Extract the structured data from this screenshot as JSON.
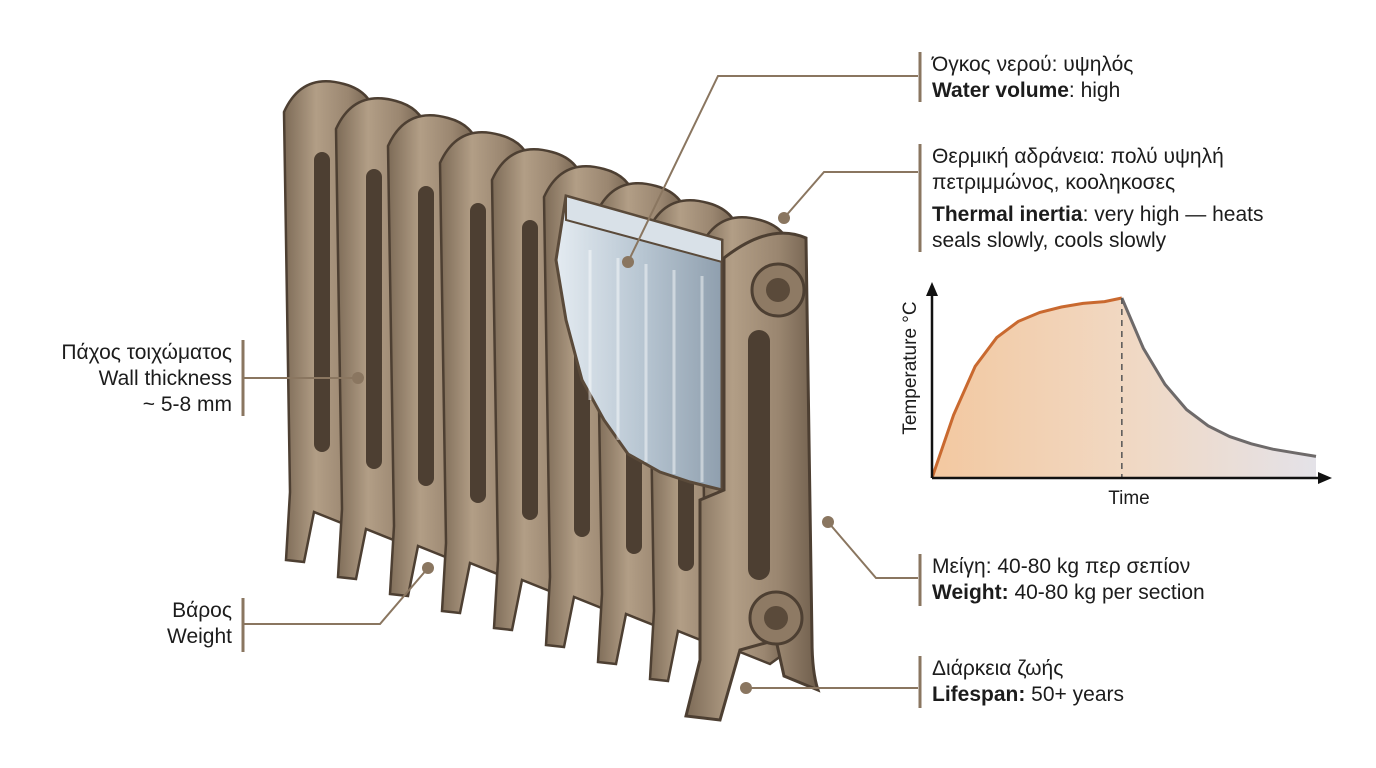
{
  "colors": {
    "accent": "#8a7660",
    "metal": "#a08c74",
    "metal_dark": "#5a4a3a",
    "water": "#c9d5df",
    "curve": "#c9692f"
  },
  "labels": {
    "water_volume": {
      "gr": "Όγκος νερού: υψηλός",
      "en_bold": "Water volume",
      "en_rest": ": high"
    },
    "thermal_inertia": {
      "gr1": "Θερμική αδράνεια: πολύ υψηλή",
      "gr2": "πετριμμώνος, κοοληκοσες",
      "en_bold": "Thermal inertia",
      "en_rest1": ": very high — heats",
      "en2": "seals slowly, cools slowly"
    },
    "wall_thickness": {
      "gr": "Πάχος τοιχώματος",
      "en": "Wall thickness",
      "value": "~ 5-8 mm"
    },
    "weight_left": {
      "gr": "Βάρος",
      "en": "Weight"
    },
    "weight_right": {
      "gr": "Μείγη: 40-80 kg περ σεπίον",
      "en_bold": "Weight:",
      "en_rest": " 40-80 kg per section"
    },
    "lifespan": {
      "gr": "Διάρκεια ζωής",
      "en_bold": "Lifespan:",
      "en_rest": " 50+ years"
    }
  },
  "chart_data": {
    "type": "area",
    "xlabel": "Time",
    "ylabel": "Temperature °C",
    "series": [
      {
        "values": [
          0,
          0.35,
          0.62,
          0.78,
          0.87,
          0.92,
          0.95,
          0.97,
          0.98,
          1.0,
          0.72,
          0.52,
          0.38,
          0.29,
          0.23,
          0.19,
          0.16,
          0.14,
          0.12
        ]
      }
    ],
    "x": [
      0,
      0.5,
      1,
      1.5,
      2,
      2.5,
      3,
      3.5,
      4,
      4.4,
      4.9,
      5.4,
      5.9,
      6.4,
      6.9,
      7.4,
      7.9,
      8.4,
      8.9
    ],
    "peak_x": 4.4,
    "grid": false
  }
}
